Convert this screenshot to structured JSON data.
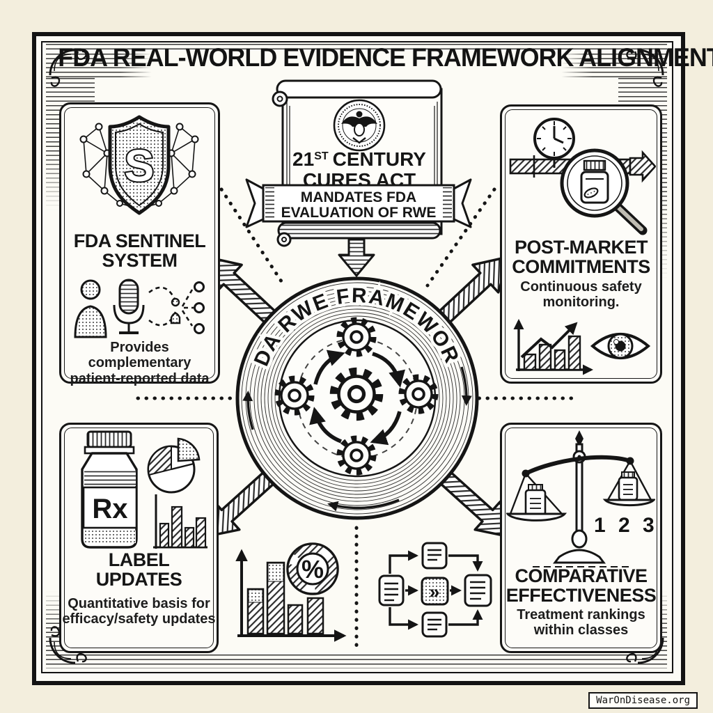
{
  "title": "FDA REAL-WORLD EVIDENCE FRAMEWORK ALIGNMENT",
  "cures_act": {
    "num": "21",
    "sup": "ST",
    "rest": "CENTURY",
    "line2": "CURES ACT",
    "banner1": "MANDATES FDA",
    "banner2": "EVALUATION OF RWE"
  },
  "hub": {
    "label": "FDA RWE FRAMEWORK"
  },
  "panels": {
    "sentinel": {
      "title1": "FDA SENTINEL",
      "title2": "SYSTEM",
      "sub1": "Provides",
      "sub2": "complementary",
      "sub3": "patient-reported data",
      "shield_letter": "S"
    },
    "post_market": {
      "title1": "POST-MARKET",
      "title2": "COMMITMENTS",
      "sub1": "Continuous safety",
      "sub2": "monitoring."
    },
    "label_updates": {
      "title1": "LABEL",
      "title2": "UPDATES",
      "sub1": "Quantitative basis for",
      "sub2": "efficacy/safety updates",
      "rx": "Rx"
    },
    "comparative": {
      "title1": "COMPARATIVE",
      "title2": "EFFECTIVENESS",
      "sub1": "Treatment rankings",
      "sub2": "within classes",
      "rank": "1 2 3"
    }
  },
  "glyphs": {
    "percent": "%",
    "fast_forward": "»"
  },
  "watermark": "WarOnDisease.org",
  "colors": {
    "ink": "#151515",
    "paper": "#f3eedd",
    "panel_bg": "#fdfcf8"
  }
}
